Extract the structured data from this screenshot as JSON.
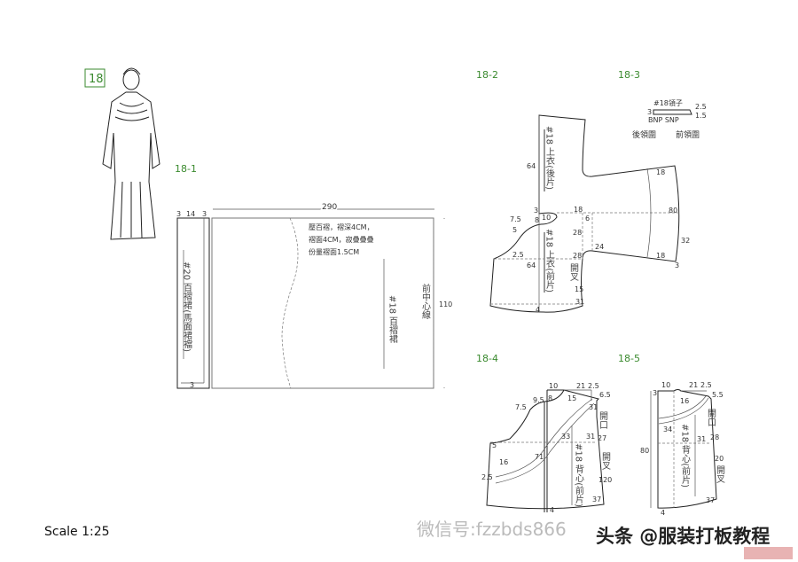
{
  "figure": {
    "number": "18",
    "scale": "Scale 1:25"
  },
  "section_labels": {
    "s1": "18-1",
    "s2": "18-2",
    "s3": "18-3",
    "s4": "18-4",
    "s5": "18-5"
  },
  "skirt": {
    "waistband_dims": [
      "3",
      "14",
      "3"
    ],
    "waistband_bottom": "3",
    "waistband_label": "#20 百褶裙(馬面裙襠)",
    "width": "290",
    "height": "110",
    "note": [
      "壓百褶，褶深4CM，",
      "褶面4CM，寂疊疊疊",
      "份量褶面1.5CM"
    ],
    "panel_label": "#18 百褶裙",
    "center_line": "前中心線"
  },
  "jacket": {
    "back_label": "#18 上衣(後片)",
    "front_label": "#18 上衣(前片)",
    "slit_label": "開叉",
    "dims": {
      "back_len": "64",
      "front_len": "64",
      "d3": "3",
      "d10": "10",
      "d8": "8",
      "d18a": "18",
      "d6": "6",
      "d80": "80",
      "d18b": "18",
      "d18c": "18",
      "d32": "32",
      "d3b": "3",
      "d28a": "28",
      "d28b": "28",
      "d24": "24",
      "d75": "7.5",
      "d5": "5",
      "d25": "2.5",
      "d15": "15",
      "d31": "31",
      "d4": "4"
    }
  },
  "collar": {
    "label": "#18領子",
    "d3": "3",
    "d25": "2.5",
    "d15": "1.5",
    "bnp_snp": "BNP SNP",
    "back_neck": "後領圍",
    "front_neck": "前領圍"
  },
  "vest_front": {
    "label": "#18 背心(前片)",
    "opening": "開口",
    "slit": "開叉",
    "dims": {
      "d10": "10",
      "d21": "21",
      "d25": "2.5",
      "d65": "6.5",
      "d95": "9.5",
      "d8": "8",
      "d15": "15",
      "d31a": "31",
      "d75": "7.5",
      "d5": "5",
      "d33": "33",
      "d31b": "31",
      "d27": "27",
      "d16": "16",
      "d71": "71",
      "d25b": "2.5",
      "d120": "120",
      "d37": "37",
      "d4": "4"
    }
  },
  "vest_back": {
    "label": "#18 背心(前片)",
    "opening": "開口",
    "slit": "開叉",
    "dims": {
      "d3": "3",
      "d10": "10",
      "d21": "21",
      "d25": "2.5",
      "d55": "5.5",
      "d16": "16",
      "d34": "34",
      "d31": "31",
      "d28": "28",
      "d80": "80",
      "d20": "20",
      "d37": "37",
      "d4": "4"
    }
  },
  "watermark": {
    "wechat": "微信号:fzzbds866",
    "toutiao": "头条 @服装打板教程"
  }
}
